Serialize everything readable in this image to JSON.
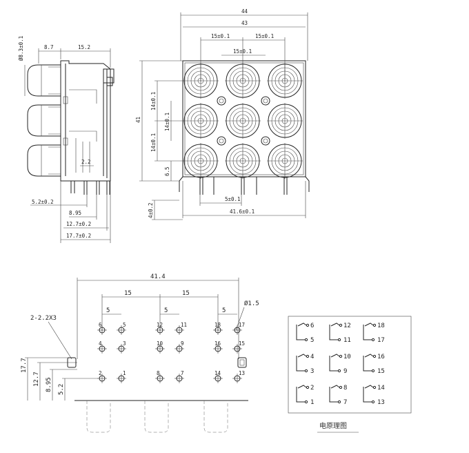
{
  "side_view": {
    "d_pin": "Ø8.3±0.1",
    "w1": "8.7",
    "w2": "15.2",
    "d_small": "2.2",
    "d1": "5.2±0.2",
    "d2": "8.95",
    "d3": "12.7±0.2",
    "d4": "17.7±0.2"
  },
  "front_view": {
    "w44": "44",
    "w43": "43",
    "p15a": "15±0.1",
    "p15b": "15±0.1",
    "p15c": "15±0.1",
    "h41": "41",
    "v14a": "14±0.1",
    "v14b": "14±0.1",
    "v14c": "14±0.1",
    "v65": "6.5",
    "h5": "5±0.1",
    "w416": "41.6±0.1",
    "v4": "4±0.2"
  },
  "pcb_view": {
    "w414": "41.4",
    "s15a": "15",
    "s15b": "15",
    "s5a": "5",
    "s5b": "5",
    "s5c": "5",
    "d15": "Ø1.5",
    "hole_label": "2-2.2X3",
    "v177": "17.7",
    "v127": "12.7",
    "v895": "8.95",
    "v52": "5.2",
    "pins": [
      "6",
      "5",
      "12",
      "11",
      "18",
      "17",
      "4",
      "3",
      "10",
      "9",
      "16",
      "15",
      "2",
      "1",
      "8",
      "7",
      "14",
      "13"
    ]
  },
  "schematic": {
    "labels": [
      "6",
      "5",
      "4",
      "3",
      "2",
      "1",
      "12",
      "11",
      "10",
      "9",
      "8",
      "7",
      "18",
      "17",
      "16",
      "15",
      "14",
      "13"
    ],
    "caption": "电原理图"
  }
}
